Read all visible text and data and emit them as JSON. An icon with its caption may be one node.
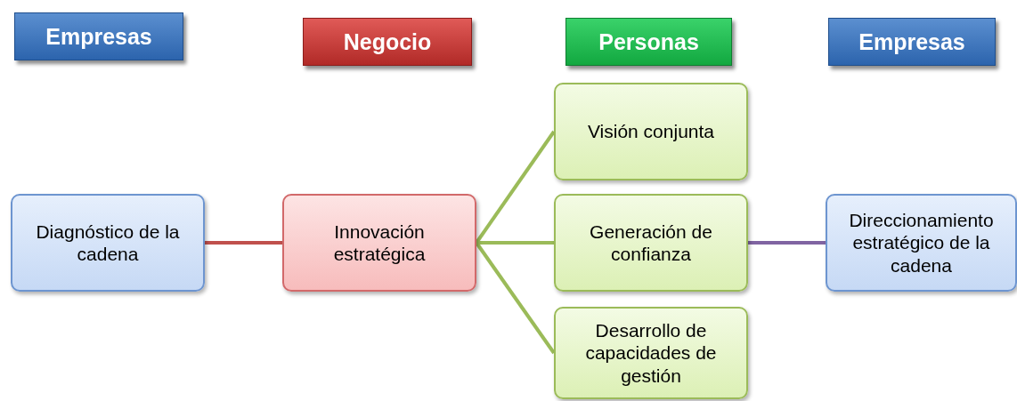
{
  "diagram": {
    "nodes": [
      {
        "text": [
          "Empresas"
        ]
      },
      {
        "text": [
          "Negocio"
        ]
      },
      {
        "text": [
          "Personas"
        ]
      },
      {
        "text": [
          "Empresas"
        ]
      },
      {
        "text": [
          "Visión conjunta"
        ]
      },
      {
        "text": [
          "Diagnóstico de la cadena"
        ]
      },
      {
        "text": [
          "Innovación estratégica"
        ]
      },
      {
        "text": [
          "Generación de confianza"
        ]
      },
      {
        "text": [
          "Direccionamiento estratégico de la cadena"
        ]
      },
      {
        "text": [
          "Desarrollo de capacidades de gestión"
        ]
      }
    ],
    "edges": [
      {
        "from": 5,
        "to": 6,
        "arrow": "none",
        "color": "#c0504d"
      },
      {
        "from": 6,
        "to": 4,
        "arrow": "none"
      },
      {
        "from": 6,
        "to": 7,
        "arrow": "none"
      },
      {
        "from": 6,
        "to": 9,
        "arrow": "none"
      },
      {
        "from": 7,
        "to": 8,
        "arrow": "none",
        "color": "#8064a2"
      }
    ]
  }
}
